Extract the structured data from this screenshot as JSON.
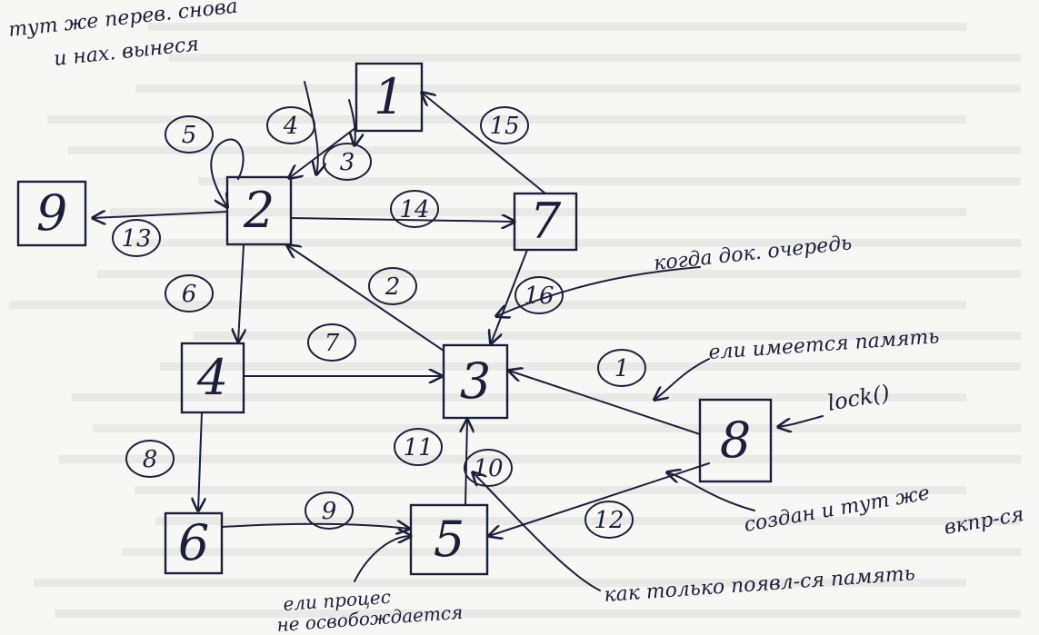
{
  "nodes": [
    "1",
    "2",
    "3",
    "4",
    "5",
    "6",
    "7",
    "8",
    "9"
  ],
  "edge_labels": [
    "1",
    "2",
    "3",
    "4",
    "5",
    "6",
    "7",
    "8",
    "9",
    "10",
    "11",
    "12",
    "13",
    "14",
    "15",
    "16"
  ],
  "notes": {
    "top_left_line1": "тут же перев. снова",
    "top_left_line2": "и нах. вынеся",
    "queue": "когда док. очередь",
    "memory": "ели имеется память",
    "lock": "lock()",
    "created_line1": "создан и тут же",
    "created_line2": "вкпр-ся",
    "bottom_left_line1": "ели процес",
    "bottom_left_line2": "не освобождается",
    "bottom_right": "как только появл-ся память"
  },
  "colors": {
    "ink": "#1b1f3a",
    "paper": "#f7f7f5"
  }
}
